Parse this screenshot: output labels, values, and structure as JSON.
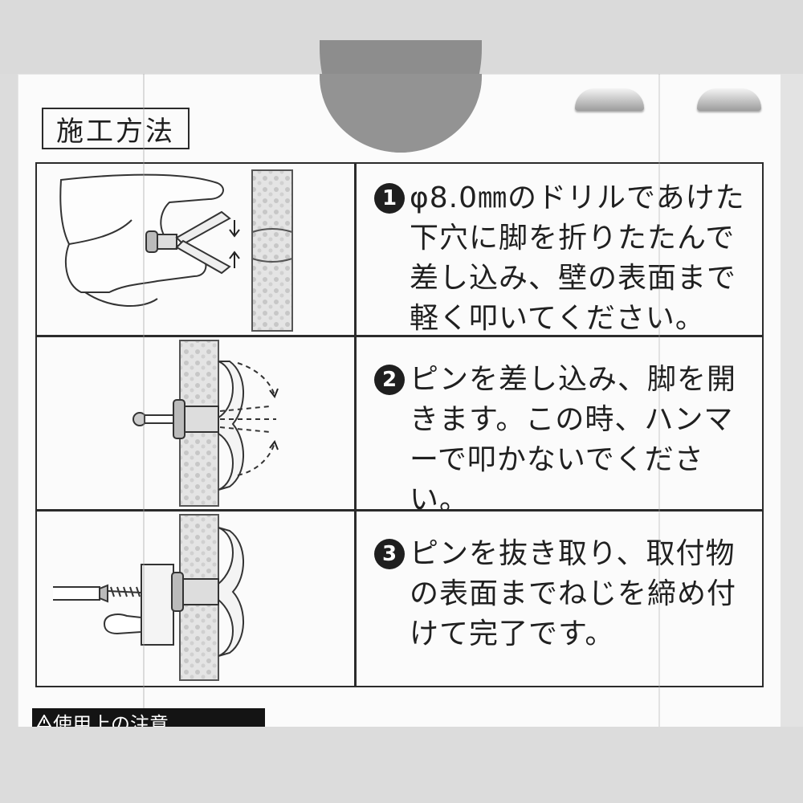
{
  "heading": "施工方法",
  "steps": [
    {
      "number": "1",
      "text": "φ8.0㎜のドリルであけた下穴に脚を折りたたんで差し込み、壁の表面まで軽く叩いてください。"
    },
    {
      "number": "2",
      "text": "ピンを差し込み、脚を開きます。この時、ハンマーで叩かないでください。"
    },
    {
      "number": "3",
      "text": "ピンを抜き取り、取付物の表面までねじを締め付けて完了です。"
    }
  ],
  "illustrations": [
    {
      "icon": "hand-inserting-anchor-icon"
    },
    {
      "icon": "pin-opening-legs-icon"
    },
    {
      "icon": "screw-fastening-hook-icon"
    }
  ],
  "warning": {
    "icon": "warning-triangle-icon",
    "text": "使用上の注意"
  },
  "colors": {
    "ink": "#202020",
    "paper": "#fbfbfb",
    "wall": "#c9c9c9"
  }
}
